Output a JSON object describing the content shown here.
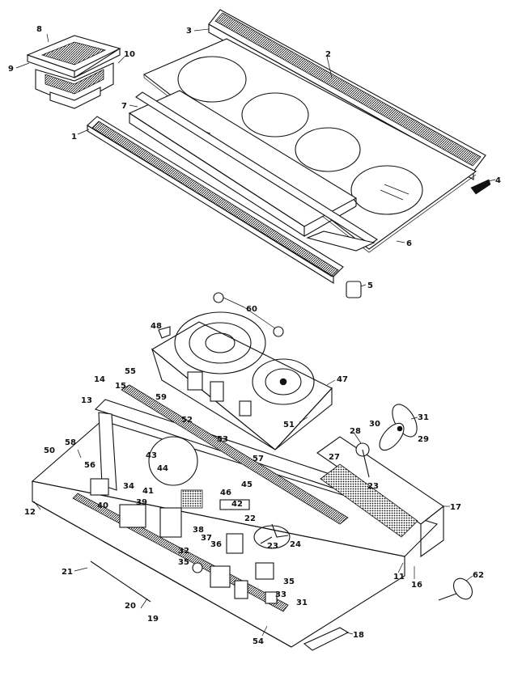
{
  "callouts": [
    {
      "id": "c3",
      "label": "3"
    },
    {
      "id": "c2",
      "label": "2"
    },
    {
      "id": "c8",
      "label": "8"
    },
    {
      "id": "c9",
      "label": "9"
    },
    {
      "id": "c10",
      "label": "10"
    },
    {
      "id": "c7",
      "label": "7"
    },
    {
      "id": "c1",
      "label": "1"
    },
    {
      "id": "c4",
      "label": "4"
    },
    {
      "id": "c6",
      "label": "6"
    },
    {
      "id": "c5",
      "label": "5"
    },
    {
      "id": "c60",
      "label": "60"
    },
    {
      "id": "c48",
      "label": "48"
    },
    {
      "id": "c47",
      "label": "47"
    },
    {
      "id": "c55",
      "label": "55"
    },
    {
      "id": "c59",
      "label": "59"
    },
    {
      "id": "c14",
      "label": "14"
    },
    {
      "id": "c15",
      "label": "15"
    },
    {
      "id": "c13",
      "label": "13"
    },
    {
      "id": "c52",
      "label": "52"
    },
    {
      "id": "c53",
      "label": "53"
    },
    {
      "id": "c51",
      "label": "51"
    },
    {
      "id": "c28",
      "label": "28"
    },
    {
      "id": "c30",
      "label": "30"
    },
    {
      "id": "c31",
      "label": "31"
    },
    {
      "id": "c29",
      "label": "29"
    },
    {
      "id": "c50",
      "label": "50"
    },
    {
      "id": "c58",
      "label": "58"
    },
    {
      "id": "c56",
      "label": "56"
    },
    {
      "id": "c57",
      "label": "57"
    },
    {
      "id": "c27",
      "label": "27"
    },
    {
      "id": "c43",
      "label": "43"
    },
    {
      "id": "c44",
      "label": "44"
    },
    {
      "id": "c23a",
      "label": "23"
    },
    {
      "id": "c34",
      "label": "34"
    },
    {
      "id": "c41",
      "label": "41"
    },
    {
      "id": "c46",
      "label": "46"
    },
    {
      "id": "c45",
      "label": "45"
    },
    {
      "id": "c42",
      "label": "42"
    },
    {
      "id": "c39",
      "label": "39"
    },
    {
      "id": "c40",
      "label": "40"
    },
    {
      "id": "c22",
      "label": "22"
    },
    {
      "id": "c38",
      "label": "38"
    },
    {
      "id": "c37",
      "label": "37"
    },
    {
      "id": "c36",
      "label": "36"
    },
    {
      "id": "c32",
      "label": "32"
    },
    {
      "id": "c35a",
      "label": "35"
    },
    {
      "id": "c23b",
      "label": "23"
    },
    {
      "id": "c24",
      "label": "24"
    },
    {
      "id": "c35b",
      "label": "35"
    },
    {
      "id": "c33",
      "label": "33"
    },
    {
      "id": "c31b",
      "label": "31"
    },
    {
      "id": "c12",
      "label": "12"
    },
    {
      "id": "c17",
      "label": "17"
    },
    {
      "id": "c11",
      "label": "11"
    },
    {
      "id": "c16",
      "label": "16"
    },
    {
      "id": "c21",
      "label": "21"
    },
    {
      "id": "c20",
      "label": "20"
    },
    {
      "id": "c19",
      "label": "19"
    },
    {
      "id": "c54",
      "label": "54"
    },
    {
      "id": "c18",
      "label": "18"
    },
    {
      "id": "c62",
      "label": "62"
    }
  ]
}
